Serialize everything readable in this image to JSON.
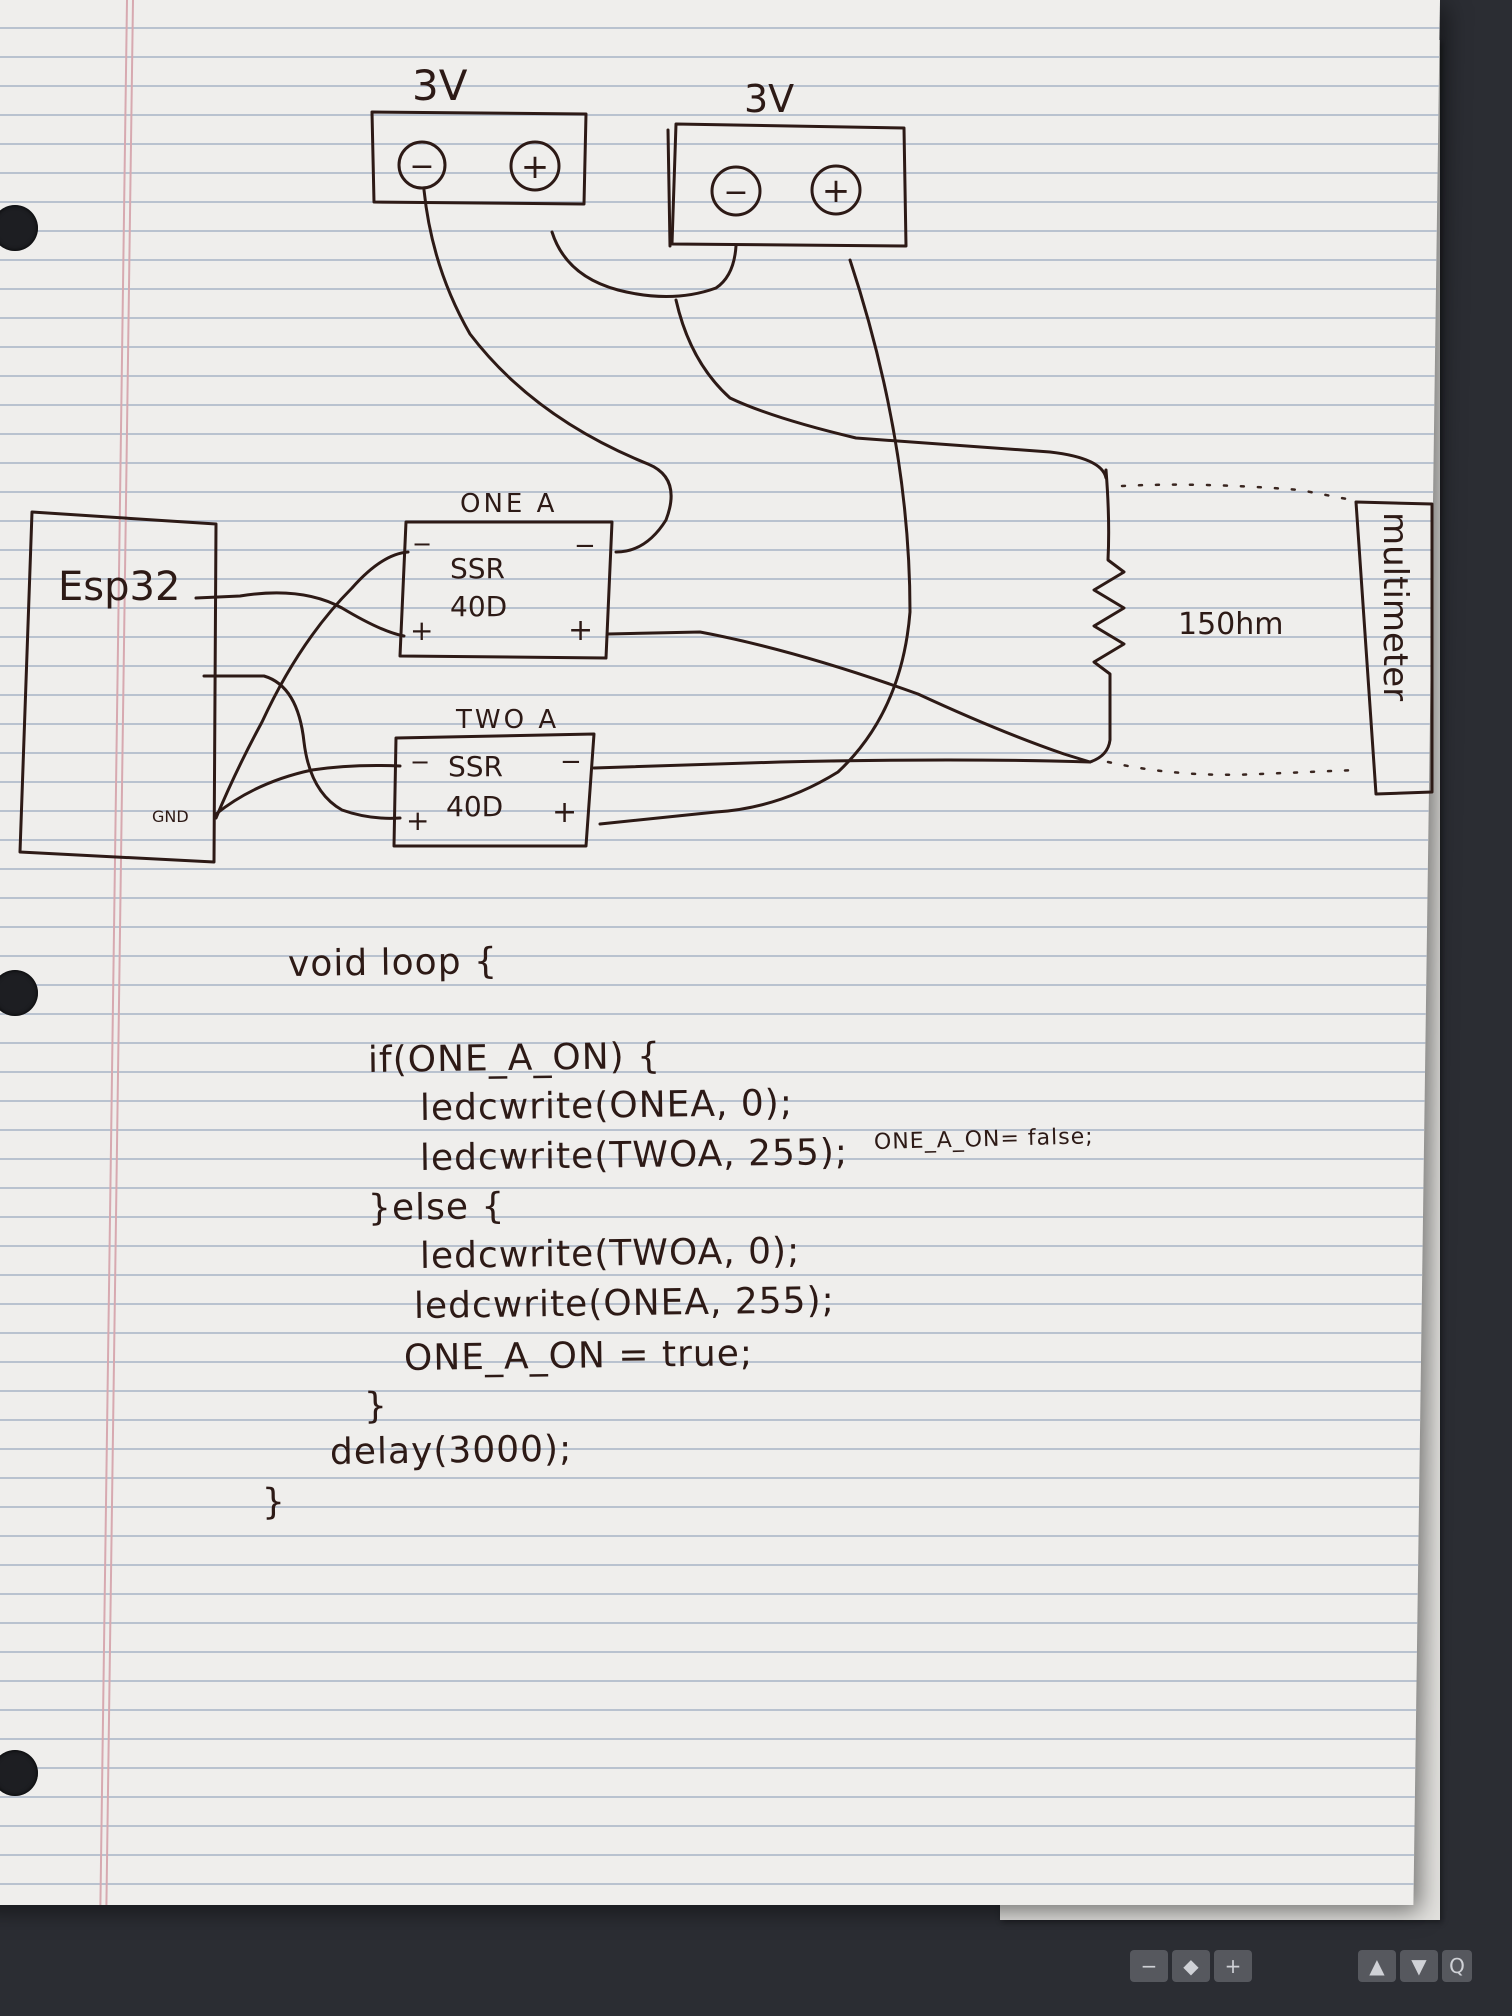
{
  "batteries": [
    {
      "voltage": "3V",
      "neg": "−",
      "pos": "+"
    },
    {
      "voltage": "3V",
      "neg": "−",
      "pos": "+"
    }
  ],
  "esp32": {
    "label": "Esp32",
    "gnd": "GND"
  },
  "relay_one": {
    "name": "ONE A",
    "line1": "SSR",
    "line2": "40D",
    "in_minus": "−",
    "in_plus": "+",
    "out_minus": "−",
    "out_plus": "+"
  },
  "relay_two": {
    "name": "TWO A",
    "line1": "SSR",
    "line2": "40D",
    "in_minus": "−",
    "in_plus": "+",
    "out_minus": "−",
    "out_plus": "+"
  },
  "resistor": {
    "label": "150hm"
  },
  "multimeter": {
    "label": "multimeter"
  },
  "code": {
    "lines": [
      "void loop {",
      "if(ONE_A_ON) {",
      "ledcwrite(ONEA, 0);",
      "ledcwrite(TWOA, 255);",
      "}else {",
      "ledcwrite(TWOA, 0);",
      "ledcwrite(ONEA, 255);",
      "ONE_A_ON = true;",
      "}",
      "delay(3000);",
      "}"
    ],
    "note": "ONE_A_ON= false;"
  },
  "toolbar": [
    "−",
    "◆",
    "+",
    "▲",
    "▼",
    "Q"
  ]
}
